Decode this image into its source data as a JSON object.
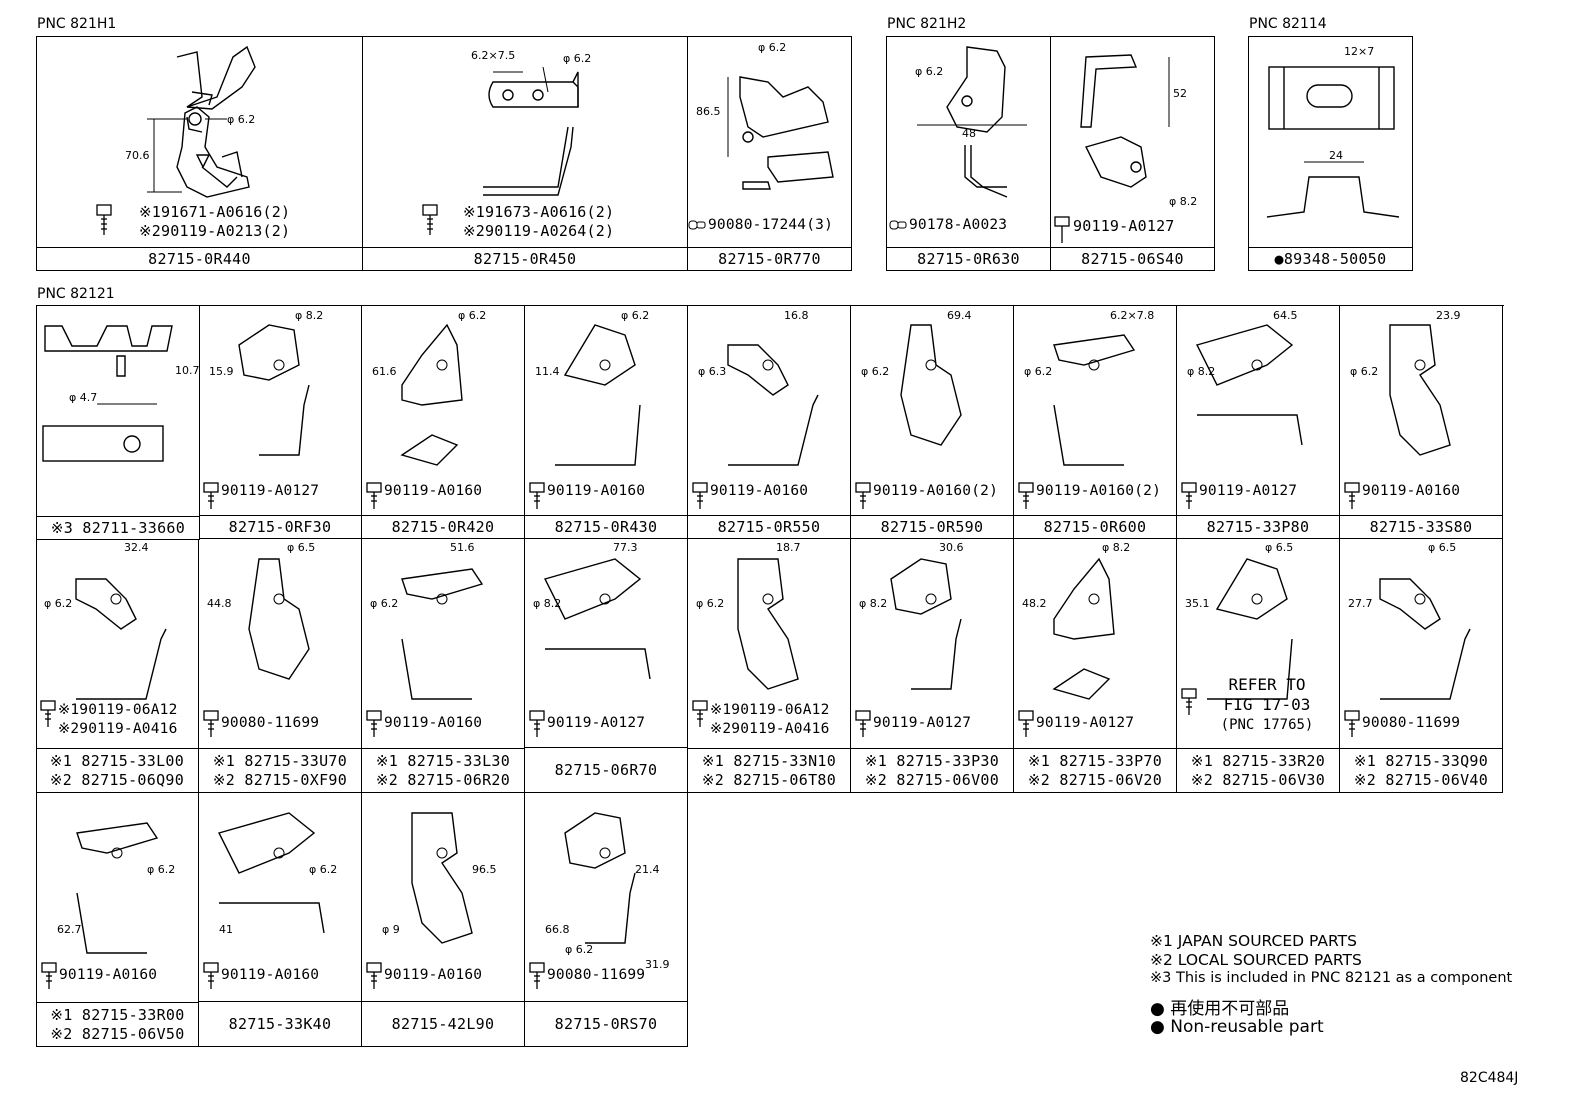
{
  "pnc_labels": {
    "h1": "PNC 821H1",
    "h2": "PNC 821H2",
    "p82114": "PNC 82114",
    "p82121": "PNC 82121"
  },
  "top_row": [
    {
      "part": "82715-0R440",
      "fasteners": [
        "※191671-A0616(2)",
        "※290119-A0213(2)"
      ],
      "dims": [
        "φ 6.2",
        "70.6"
      ]
    },
    {
      "part": "82715-0R450",
      "fasteners": [
        "※191673-A0616(2)",
        "※290119-A0264(2)"
      ],
      "dims": [
        "6.2×7.5",
        "φ 6.2"
      ]
    },
    {
      "part": "82715-0R770",
      "fasteners": [
        "90080-17244(3)"
      ],
      "dims": [
        "φ 6.2",
        "86.5"
      ]
    },
    {
      "part": "82715-0R630",
      "fasteners": [
        "90178-A0023"
      ],
      "dims": [
        "φ 6.2",
        "48"
      ]
    },
    {
      "part": "82715-06S40",
      "fasteners": [
        "90119-A0127"
      ],
      "dims": [
        "52",
        "φ 8.2"
      ]
    },
    {
      "part": "●89348-50050",
      "fasteners": [],
      "dims": [
        "12×7",
        "24"
      ]
    }
  ],
  "row2": [
    {
      "part": "※3 82711-33660",
      "fastener": "",
      "dims": [
        "10.7",
        "φ 4.7"
      ]
    },
    {
      "part": "82715-0RF30",
      "fastener": "90119-A0127",
      "dims": [
        "φ 8.2",
        "15.9"
      ]
    },
    {
      "part": "82715-0R420",
      "fastener": "90119-A0160",
      "dims": [
        "φ 6.2",
        "61.6"
      ]
    },
    {
      "part": "82715-0R430",
      "fastener": "90119-A0160",
      "dims": [
        "φ 6.2",
        "11.4"
      ]
    },
    {
      "part": "82715-0R550",
      "fastener": "90119-A0160",
      "dims": [
        "16.8",
        "φ 6.3"
      ]
    },
    {
      "part": "82715-0R590",
      "fastener": "90119-A0160(2)",
      "dims": [
        "69.4",
        "φ 6.2"
      ]
    },
    {
      "part": "82715-0R600",
      "fastener": "90119-A0160(2)",
      "dims": [
        "6.2×7.8",
        "φ 6.2"
      ]
    },
    {
      "part": "82715-33P80",
      "fastener": "90119-A0127",
      "dims": [
        "64.5",
        "φ 8.2"
      ]
    },
    {
      "part": "82715-33S80",
      "fastener": "90119-A0160",
      "dims": [
        "23.9",
        "φ 6.2"
      ]
    }
  ],
  "row3": [
    {
      "parts": [
        "※1 82715-33L00",
        "※2 82715-06Q90"
      ],
      "fasteners": [
        "※190119-06A12",
        "※290119-A0416"
      ],
      "dims": [
        "32.4",
        "φ 6.2"
      ]
    },
    {
      "parts": [
        "※1 82715-33U70",
        "※2 82715-0XF90"
      ],
      "fasteners": [
        "90080-11699"
      ],
      "dims": [
        "φ 6.5",
        "44.8"
      ]
    },
    {
      "parts": [
        "※1 82715-33L30",
        "※2 82715-06R20"
      ],
      "fasteners": [
        "90119-A0160"
      ],
      "dims": [
        "51.6",
        "φ 6.2"
      ]
    },
    {
      "parts": [
        "82715-06R70"
      ],
      "fasteners": [
        "90119-A0127"
      ],
      "dims": [
        "77.3",
        "φ 8.2"
      ]
    },
    {
      "parts": [
        "※1 82715-33N10",
        "※2 82715-06T80"
      ],
      "fasteners": [
        "※190119-06A12",
        "※290119-A0416"
      ],
      "dims": [
        "18.7",
        "φ 6.2"
      ]
    },
    {
      "parts": [
        "※1 82715-33P30",
        "※2 82715-06V00"
      ],
      "fasteners": [
        "90119-A0127"
      ],
      "dims": [
        "30.6",
        "φ 8.2"
      ]
    },
    {
      "parts": [
        "※1 82715-33P70",
        "※2 82715-06V20"
      ],
      "fasteners": [
        "90119-A0127"
      ],
      "dims": [
        "φ 8.2",
        "48.2"
      ]
    },
    {
      "parts": [
        "※1 82715-33R20",
        "※2 82715-06V30"
      ],
      "fasteners": [],
      "refer": [
        "REFER TO",
        "FIG 17-03",
        "(PNC 17765)"
      ],
      "dims": [
        "φ 6.5",
        "35.1"
      ]
    },
    {
      "parts": [
        "※1 82715-33Q90",
        "※2 82715-06V40"
      ],
      "fasteners": [
        "90080-11699"
      ],
      "dims": [
        "φ 6.5",
        "27.7"
      ]
    }
  ],
  "row4": [
    {
      "parts": [
        "※1 82715-33R00",
        "※2 82715-06V50"
      ],
      "fastener": "90119-A0160",
      "dims": [
        "φ 6.2",
        "62.7"
      ]
    },
    {
      "parts": [
        "82715-33K40"
      ],
      "fastener": "90119-A0160",
      "dims": [
        "φ 6.2",
        "41"
      ]
    },
    {
      "parts": [
        "82715-42L90"
      ],
      "fastener": "90119-A0160",
      "dims": [
        "96.5",
        "φ 9"
      ]
    },
    {
      "parts": [
        "82715-0RS70"
      ],
      "fastener": "90080-11699",
      "dims": [
        "21.4",
        "66.8",
        "φ 6.2",
        "31.9"
      ]
    }
  ],
  "notes": {
    "n1": "※1 JAPAN SOURCED PARTS",
    "n2": "※2 LOCAL SOURCED PARTS",
    "n3": "※3 This is included in PNC 82121 as a component",
    "n4": "● 再使用不可部品",
    "n5": "● Non-reusable part"
  },
  "figure_code": "82C484J"
}
